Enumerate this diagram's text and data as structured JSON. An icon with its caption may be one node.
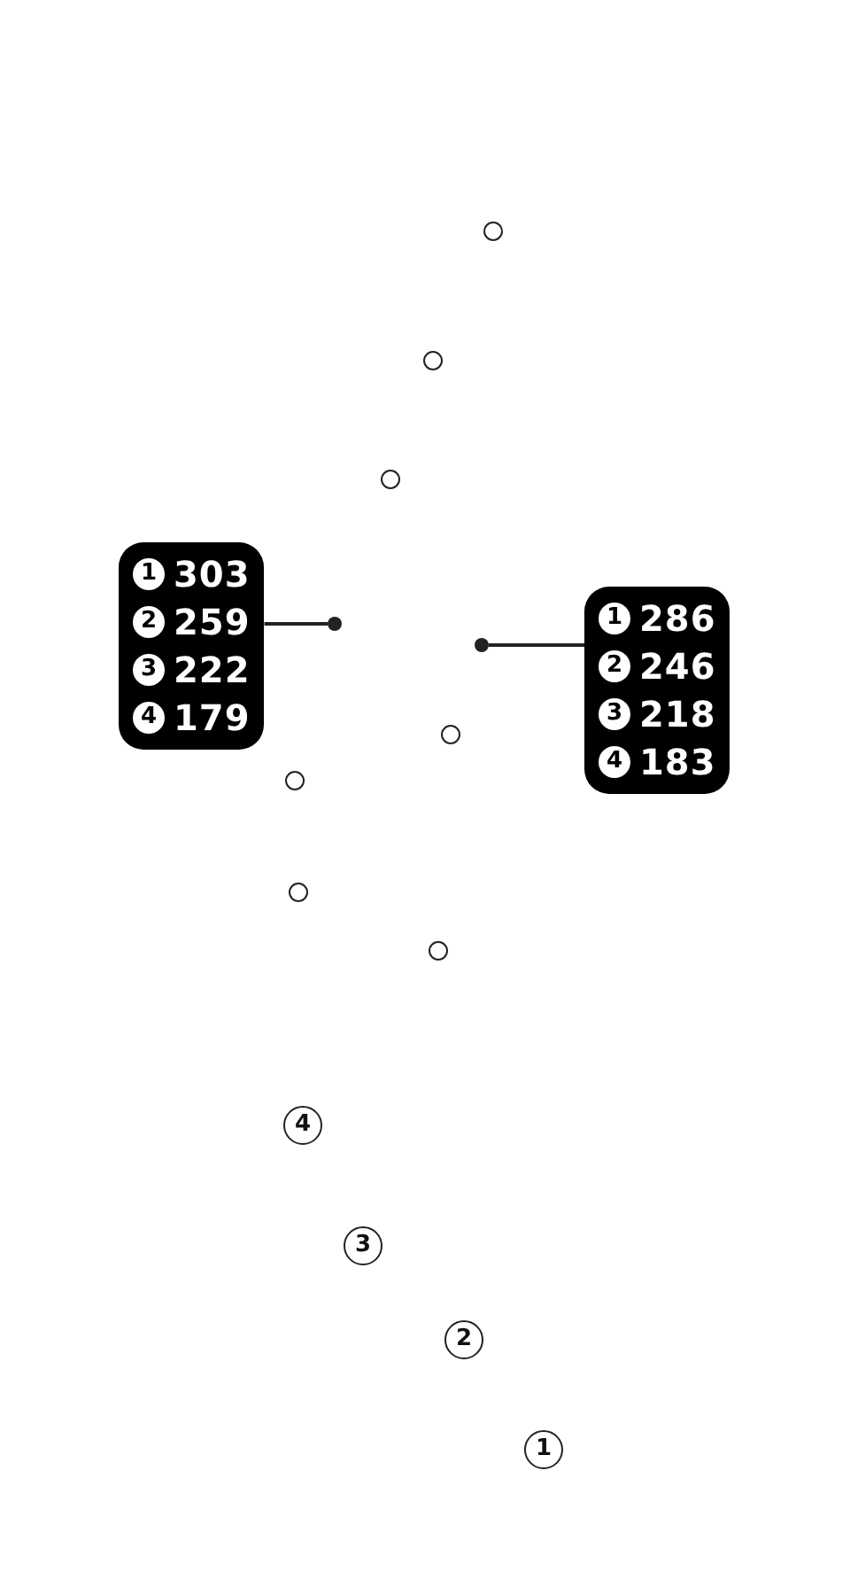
{
  "diagram": {
    "nodes": [
      {
        "text": [],
        "shape": "circle"
      },
      {
        "text": [],
        "shape": "circle"
      },
      {
        "text": [],
        "shape": "circle"
      },
      {
        "text": [
          "1",
          "303",
          "2",
          "259",
          "3",
          "222",
          "4",
          "179"
        ]
      },
      {
        "text": [],
        "shape": "dot"
      },
      {
        "text": [],
        "shape": "dot"
      },
      {
        "text": [
          "1",
          "286",
          "2",
          "246",
          "3",
          "218",
          "4",
          "183"
        ]
      },
      {
        "text": [],
        "shape": "circle"
      },
      {
        "text": [],
        "shape": "circle"
      },
      {
        "text": [],
        "shape": "circle"
      },
      {
        "text": [],
        "shape": "circle"
      }
    ],
    "edges": [
      {
        "from": 3,
        "to": 4,
        "arrow": "none"
      },
      {
        "from": 6,
        "to": 5,
        "arrow": "none"
      }
    ],
    "labels": [
      "4",
      "3",
      "2",
      "1"
    ]
  }
}
